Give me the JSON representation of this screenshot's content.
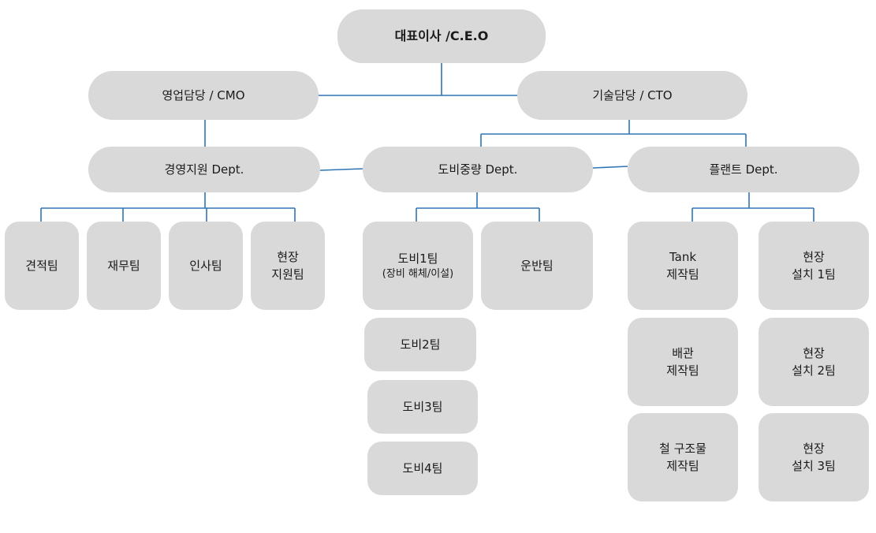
{
  "ceo": "대표이사 /C.E.O",
  "cmo": "영업담당 / CMO",
  "cto": "기술담당 / CTO",
  "depts": {
    "management": "경영지원 Dept.",
    "dobi": "도비중량 Dept.",
    "plant": "플랜트 Dept."
  },
  "management_teams": [
    "견적팀",
    "재무팀",
    "인사팀"
  ],
  "field_support": {
    "line1": "현장",
    "line2": "지원팀"
  },
  "dobi_teams": {
    "team1": {
      "line1": "도비1팀",
      "line2": "(장비 해체/이설)"
    },
    "transport": "운반팀",
    "team2": "도비2팀",
    "team3": "도비3팀",
    "team4": "도비4팀"
  },
  "plant_teams": {
    "tank": {
      "line1": "Tank",
      "line2": "제작팀"
    },
    "piping": {
      "line1": "배관",
      "line2": "제작팀"
    },
    "steel": {
      "line1": "철 구조물",
      "line2": "제작팀"
    },
    "install1": {
      "line1": "현장",
      "line2": "설치 1팀"
    },
    "install2": {
      "line1": "현장",
      "line2": "설치 2팀"
    },
    "install3": {
      "line1": "현장",
      "line2": "설치 3팀"
    }
  },
  "colors": {
    "node": "#d9d9d9",
    "connector": "#2e75b6"
  }
}
